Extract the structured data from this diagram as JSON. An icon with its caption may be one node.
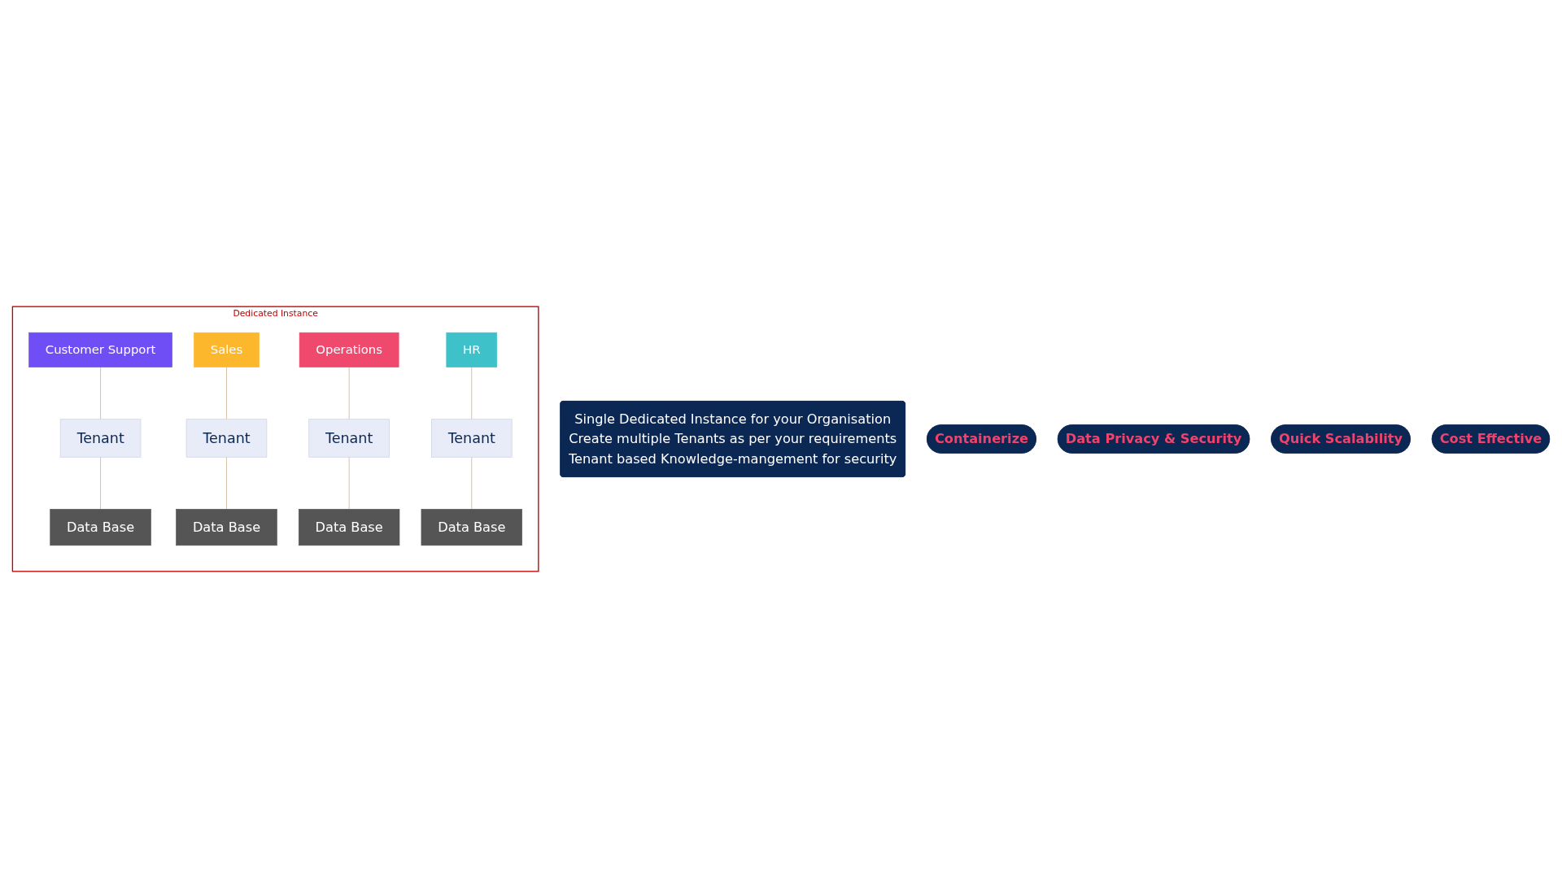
{
  "diagram": {
    "nodes": [
      {
        "text": [
          "Dedicated Instance"
        ]
      },
      {
        "text": [
          "Customer Support"
        ],
        "in": 0
      },
      {
        "text": [
          "Sales"
        ],
        "in": 0
      },
      {
        "text": [
          "Operations"
        ],
        "in": 0
      },
      {
        "text": [
          "HR"
        ],
        "in": 0
      },
      {
        "text": [
          "Tenant"
        ],
        "in": 0
      },
      {
        "text": [
          "Tenant"
        ],
        "in": 0
      },
      {
        "text": [
          "Tenant"
        ],
        "in": 0
      },
      {
        "text": [
          "Tenant"
        ],
        "in": 0
      },
      {
        "text": [
          "Data Base"
        ],
        "in": 0
      },
      {
        "text": [
          "Data Base"
        ],
        "in": 0
      },
      {
        "text": [
          "Data Base"
        ],
        "in": 0
      },
      {
        "text": [
          "Data Base"
        ],
        "in": 0
      },
      {
        "text": [
          "Single Dedicated Instance for your Organisation",
          "Create multiple Tenants as per your requirements",
          "Tenant based Knowledge-mangement for security"
        ]
      },
      {
        "text": [
          "Containerize"
        ]
      },
      {
        "text": [
          "Data Privacy & Security"
        ]
      },
      {
        "text": [
          "Quick Scalability"
        ]
      },
      {
        "text": [
          "Cost Effective"
        ]
      }
    ],
    "edges": [
      {
        "from": 1,
        "to": 5,
        "arrow": "none"
      },
      {
        "from": 2,
        "to": 6,
        "arrow": "none"
      },
      {
        "from": 3,
        "to": 7,
        "arrow": "none"
      },
      {
        "from": 4,
        "to": 8,
        "arrow": "none"
      },
      {
        "from": 5,
        "to": 9,
        "arrow": "none"
      },
      {
        "from": 6,
        "to": 10,
        "arrow": "none"
      },
      {
        "from": 7,
        "to": 11,
        "arrow": "none"
      },
      {
        "from": 8,
        "to": 12,
        "arrow": "none"
      }
    ]
  }
}
